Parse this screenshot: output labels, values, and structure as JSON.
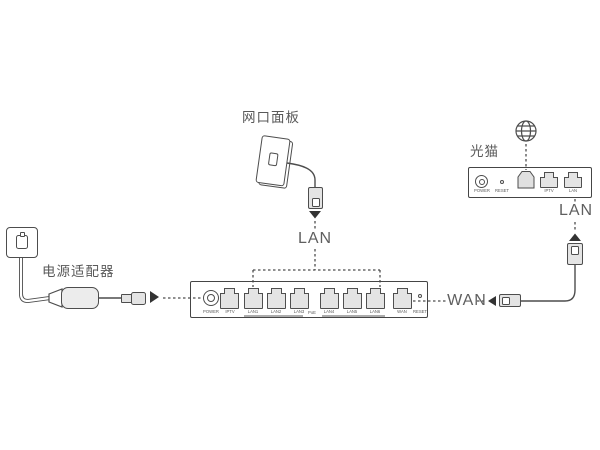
{
  "diagram": {
    "wall_plate_label": "网口面板",
    "power_adapter_label": "电源适配器",
    "modem_label": "光猫",
    "lan_callout_top": "LAN",
    "lan_callout_right": "LAN",
    "wan_callout": "WAN"
  },
  "router": {
    "power_label": "POWER",
    "reset_label": "RESET",
    "poe_label": "PoE",
    "port_labels": [
      "IPTV",
      "LAN1",
      "LAN2",
      "LAN3",
      "LAN4",
      "LAN5",
      "LAN6",
      "WAN"
    ]
  },
  "modem": {
    "power_label": "POWER",
    "reset_label": "RESET",
    "port_labels": [
      "IPTV",
      "LAN"
    ]
  },
  "icons": {
    "globe": "internet-globe-icon"
  },
  "colors": {
    "line": "#4d4d4d",
    "text": "#595959",
    "port_fill": "#e4e4e4",
    "arrow": "#333333",
    "background": "#ffffff"
  }
}
